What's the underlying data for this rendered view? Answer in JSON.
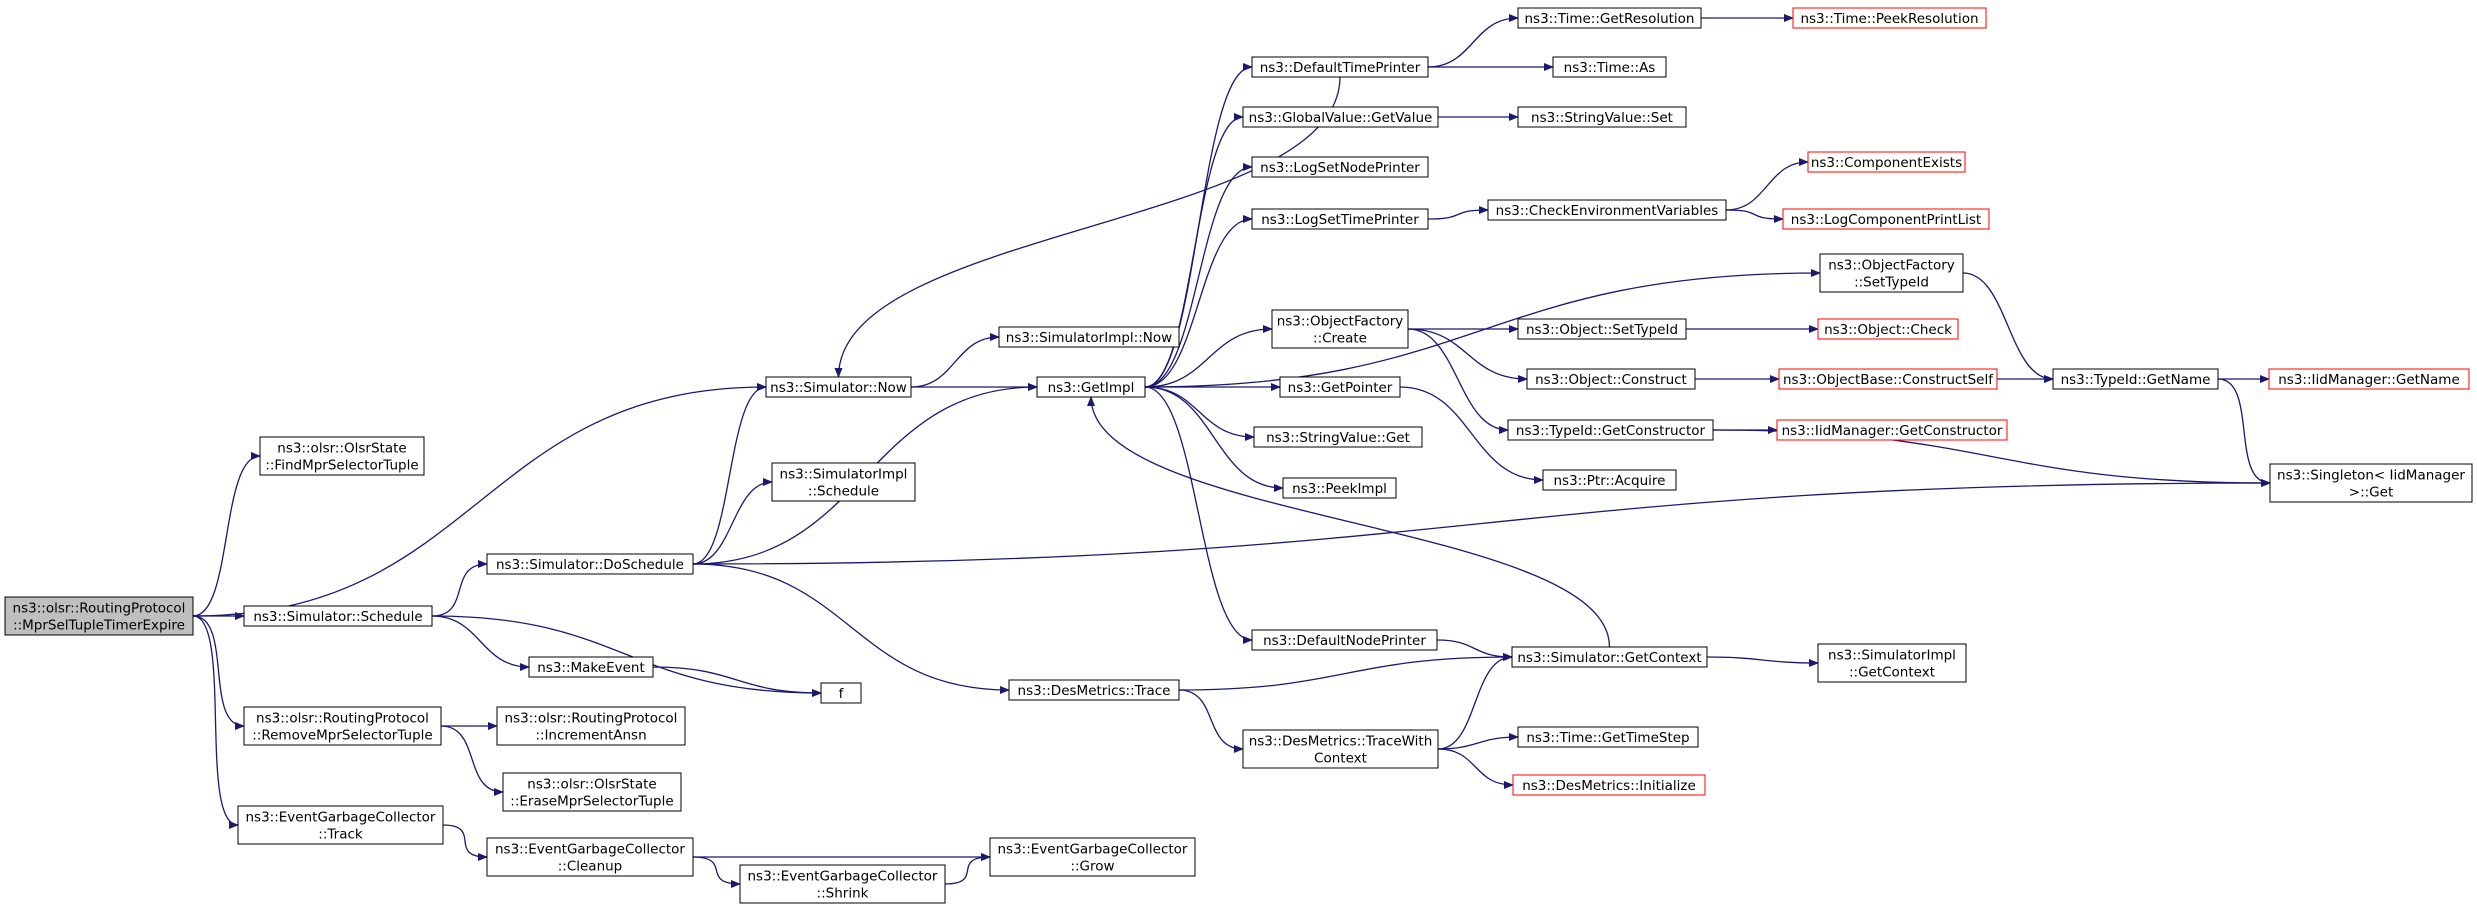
{
  "colors": {
    "edge": "#191970",
    "node_border": "#000000",
    "node_border_truncated": "#ff0000",
    "root_fill": "#bfbfbf",
    "node_fill": "#ffffff"
  },
  "nodes": [
    {
      "id": "root",
      "lines": [
        "ns3::olsr::RoutingProtocol",
        "::MprSelTupleTimerExpire"
      ],
      "style": "root"
    },
    {
      "id": "findmpr",
      "lines": [
        "ns3::olsr::OlsrState",
        "::FindMprSelectorTuple"
      ],
      "style": "normal"
    },
    {
      "id": "simnow",
      "lines": [
        "ns3::Simulator::Now"
      ],
      "style": "normal"
    },
    {
      "id": "schedule",
      "lines": [
        "ns3::Simulator::Schedule"
      ],
      "style": "normal"
    },
    {
      "id": "removempr",
      "lines": [
        "ns3::olsr::RoutingProtocol",
        "::RemoveMprSelectorTuple"
      ],
      "style": "normal"
    },
    {
      "id": "egctrack",
      "lines": [
        "ns3::EventGarbageCollector",
        "::Track"
      ],
      "style": "normal"
    },
    {
      "id": "doschedule",
      "lines": [
        "ns3::Simulator::DoSchedule"
      ],
      "style": "normal"
    },
    {
      "id": "makeevent",
      "lines": [
        "ns3::MakeEvent"
      ],
      "style": "normal"
    },
    {
      "id": "f",
      "lines": [
        "f"
      ],
      "style": "normal"
    },
    {
      "id": "incansn",
      "lines": [
        "ns3::olsr::RoutingProtocol",
        "::IncrementAnsn"
      ],
      "style": "normal"
    },
    {
      "id": "erasempr",
      "lines": [
        "ns3::olsr::OlsrState",
        "::EraseMprSelectorTuple"
      ],
      "style": "normal"
    },
    {
      "id": "egccleanup",
      "lines": [
        "ns3::EventGarbageCollector",
        "::Cleanup"
      ],
      "style": "normal"
    },
    {
      "id": "egcshrink",
      "lines": [
        "ns3::EventGarbageCollector",
        "::Shrink"
      ],
      "style": "normal"
    },
    {
      "id": "egcgrow",
      "lines": [
        "ns3::EventGarbageCollector",
        "::Grow"
      ],
      "style": "normal"
    },
    {
      "id": "simimplsched",
      "lines": [
        "ns3::SimulatorImpl",
        "::Schedule"
      ],
      "style": "normal"
    },
    {
      "id": "simimplnow",
      "lines": [
        "ns3::SimulatorImpl::Now"
      ],
      "style": "normal"
    },
    {
      "id": "getimpl",
      "lines": [
        "ns3::GetImpl"
      ],
      "style": "normal"
    },
    {
      "id": "destrace",
      "lines": [
        "ns3::DesMetrics::Trace"
      ],
      "style": "normal"
    },
    {
      "id": "deftimeprinter",
      "lines": [
        "ns3::DefaultTimePrinter"
      ],
      "style": "normal"
    },
    {
      "id": "gvgetvalue",
      "lines": [
        "ns3::GlobalValue::GetValue"
      ],
      "style": "normal"
    },
    {
      "id": "logsetnode",
      "lines": [
        "ns3::LogSetNodePrinter"
      ],
      "style": "normal"
    },
    {
      "id": "logsettime",
      "lines": [
        "ns3::LogSetTimePrinter"
      ],
      "style": "normal"
    },
    {
      "id": "ofcreate",
      "lines": [
        "ns3::ObjectFactory",
        "::Create"
      ],
      "style": "normal"
    },
    {
      "id": "getpointer",
      "lines": [
        "ns3::GetPointer"
      ],
      "style": "normal"
    },
    {
      "id": "svget",
      "lines": [
        "ns3::StringValue::Get"
      ],
      "style": "normal"
    },
    {
      "id": "peekimpl",
      "lines": [
        "ns3::PeekImpl"
      ],
      "style": "normal"
    },
    {
      "id": "defnodeprinter",
      "lines": [
        "ns3::DefaultNodePrinter"
      ],
      "style": "normal"
    },
    {
      "id": "simgetcontext",
      "lines": [
        "ns3::Simulator::GetContext"
      ],
      "style": "normal"
    },
    {
      "id": "tracewithctx",
      "lines": [
        "ns3::DesMetrics::TraceWith",
        "Context"
      ],
      "style": "normal"
    },
    {
      "id": "timegetres",
      "lines": [
        "ns3::Time::GetResolution"
      ],
      "style": "normal"
    },
    {
      "id": "timeas",
      "lines": [
        "ns3::Time::As"
      ],
      "style": "normal"
    },
    {
      "id": "svset",
      "lines": [
        "ns3::StringValue::Set"
      ],
      "style": "normal"
    },
    {
      "id": "checkenv",
      "lines": [
        "ns3::CheckEnvironmentVariables"
      ],
      "style": "normal"
    },
    {
      "id": "objsettypeid",
      "lines": [
        "ns3::Object::SetTypeId"
      ],
      "style": "normal"
    },
    {
      "id": "objconstruct",
      "lines": [
        "ns3::Object::Construct"
      ],
      "style": "normal"
    },
    {
      "id": "typeidgetctor",
      "lines": [
        "ns3::TypeId::GetConstructor"
      ],
      "style": "normal"
    },
    {
      "id": "ptracquire",
      "lines": [
        "ns3::Ptr::Acquire"
      ],
      "style": "normal"
    },
    {
      "id": "simimplgetctx",
      "lines": [
        "ns3::SimulatorImpl",
        "::GetContext"
      ],
      "style": "normal"
    },
    {
      "id": "timegetstep",
      "lines": [
        "ns3::Time::GetTimeStep"
      ],
      "style": "normal"
    },
    {
      "id": "desinit",
      "lines": [
        "ns3::DesMetrics::Initialize"
      ],
      "style": "truncated"
    },
    {
      "id": "timepeekres",
      "lines": [
        "ns3::Time::PeekResolution"
      ],
      "style": "truncated"
    },
    {
      "id": "compexists",
      "lines": [
        "ns3::ComponentExists"
      ],
      "style": "truncated"
    },
    {
      "id": "logcompprint",
      "lines": [
        "ns3::LogComponentPrintList"
      ],
      "style": "truncated"
    },
    {
      "id": "ofsettypeid",
      "lines": [
        "ns3::ObjectFactory",
        "::SetTypeId"
      ],
      "style": "normal"
    },
    {
      "id": "objcheck",
      "lines": [
        "ns3::Object::Check"
      ],
      "style": "truncated"
    },
    {
      "id": "obconstructself",
      "lines": [
        "ns3::ObjectBase::ConstructSelf"
      ],
      "style": "truncated"
    },
    {
      "id": "iidgetctor",
      "lines": [
        "ns3::IidManager::GetConstructor"
      ],
      "style": "truncated"
    },
    {
      "id": "typeidgetname",
      "lines": [
        "ns3::TypeId::GetName"
      ],
      "style": "normal"
    },
    {
      "id": "iidgetname",
      "lines": [
        "ns3::IidManager::GetName"
      ],
      "style": "truncated"
    },
    {
      "id": "singletonget",
      "lines": [
        "ns3::Singleton< IidManager",
        " >::Get"
      ],
      "style": "normal"
    }
  ],
  "edges": [
    [
      "root",
      "findmpr"
    ],
    [
      "root",
      "simnow"
    ],
    [
      "root",
      "schedule"
    ],
    [
      "root",
      "removempr"
    ],
    [
      "root",
      "egctrack"
    ],
    [
      "schedule",
      "doschedule"
    ],
    [
      "schedule",
      "makeevent"
    ],
    [
      "schedule",
      "f"
    ],
    [
      "makeevent",
      "f"
    ],
    [
      "removempr",
      "incansn"
    ],
    [
      "removempr",
      "erasempr"
    ],
    [
      "egctrack",
      "egccleanup"
    ],
    [
      "egccleanup",
      "egcshrink"
    ],
    [
      "egccleanup",
      "egcgrow"
    ],
    [
      "egcshrink",
      "egcgrow"
    ],
    [
      "doschedule",
      "simnow"
    ],
    [
      "doschedule",
      "simimplsched"
    ],
    [
      "doschedule",
      "getimpl"
    ],
    [
      "doschedule",
      "destrace"
    ],
    [
      "doschedule",
      "singletonget"
    ],
    [
      "simnow",
      "simimplnow"
    ],
    [
      "simnow",
      "getimpl"
    ],
    [
      "getimpl",
      "deftimeprinter"
    ],
    [
      "getimpl",
      "gvgetvalue"
    ],
    [
      "getimpl",
      "logsetnode"
    ],
    [
      "getimpl",
      "logsettime"
    ],
    [
      "getimpl",
      "ofcreate"
    ],
    [
      "getimpl",
      "getpointer"
    ],
    [
      "getimpl",
      "svget"
    ],
    [
      "getimpl",
      "peekimpl"
    ],
    [
      "getimpl",
      "defnodeprinter"
    ],
    [
      "deftimeprinter",
      "simnow"
    ],
    [
      "deftimeprinter",
      "timegetres"
    ],
    [
      "deftimeprinter",
      "timeas"
    ],
    [
      "timegetres",
      "timepeekres"
    ],
    [
      "gvgetvalue",
      "svset"
    ],
    [
      "logsettime",
      "checkenv"
    ],
    [
      "checkenv",
      "compexists"
    ],
    [
      "checkenv",
      "logcompprint"
    ],
    [
      "getimpl",
      "ofsettypeid"
    ],
    [
      "ofcreate",
      "objsettypeid"
    ],
    [
      "ofcreate",
      "objconstruct"
    ],
    [
      "ofcreate",
      "typeidgetctor"
    ],
    [
      "objsettypeid",
      "objcheck"
    ],
    [
      "objconstruct",
      "obconstructself"
    ],
    [
      "typeidgetctor",
      "iidgetctor"
    ],
    [
      "typeidgetctor",
      "singletonget"
    ],
    [
      "getpointer",
      "ptracquire"
    ],
    [
      "obconstructself",
      "typeidgetname"
    ],
    [
      "ofsettypeid",
      "typeidgetname"
    ],
    [
      "typeidgetname",
      "iidgetname"
    ],
    [
      "typeidgetname",
      "singletonget"
    ],
    [
      "defnodeprinter",
      "simgetcontext"
    ],
    [
      "simgetcontext",
      "getimpl"
    ],
    [
      "simgetcontext",
      "simimplgetctx"
    ],
    [
      "destrace",
      "simgetcontext"
    ],
    [
      "destrace",
      "tracewithctx"
    ],
    [
      "tracewithctx",
      "simgetcontext"
    ],
    [
      "tracewithctx",
      "timegetstep"
    ],
    [
      "tracewithctx",
      "desinit"
    ]
  ]
}
